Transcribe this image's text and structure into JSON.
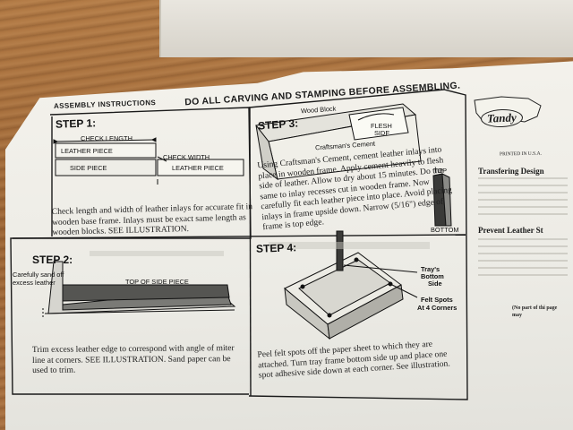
{
  "header": {
    "left": "ASSEMBLY INSTRUCTIONS",
    "right": "DO ALL CARVING AND STAMPING BEFORE ASSEMBLING."
  },
  "step1": {
    "title": "STEP 1:",
    "labels": {
      "check_length": "CHECK LENGTH",
      "leather_piece_top": "LEATHER PIECE",
      "check_width": "CHECK WIDTH",
      "side_piece": "SIDE PIECE",
      "leather_piece_right": "LEATHER PIECE"
    },
    "text": "Check length and width of leather inlays for accurate fit in wooden base frame. Inlays must be exact same length as wooden blocks. SEE ILLUSTRATION."
  },
  "step2": {
    "title": "STEP 2:",
    "labels": {
      "carefully": "Carefully sand off",
      "excess": "excess leather",
      "top_side": "TOP OF SIDE PIECE"
    },
    "text": "Trim excess leather edge to correspond with angle of miter line at corners. SEE ILLUSTRATION. Sand paper can be used to trim."
  },
  "step3": {
    "title": "STEP 3:",
    "labels": {
      "wood_block": "Wood Block",
      "flesh": "FLESH",
      "side": "SIDE",
      "cement": "Craftsman's Cement",
      "top": "TOP",
      "bottom": "BOTTOM"
    },
    "text": "Using Craftsman's Cement, cement leather inlays into place in wooden frame. Apply cement heavily to flesh side of leather. Allow to dry about 15 minutes. Do the same to inlay recesses cut in wooden frame. Now carefully fit each leather piece into place. Avoid placing inlays in frame upside down. Narrow (5/16\") edge of frame is top edge."
  },
  "step4": {
    "title": "STEP 4:",
    "labels": {
      "trays": "Tray's",
      "bottom_side": "Bottom",
      "side": "Side",
      "felt_spots": "Felt Spots",
      "corners": "At 4 Corners"
    },
    "text": "Peel felt spots off the paper sheet to which they are attached. Turn tray frame bottom side up and place one spot adhesive side down at each corner. See illustration."
  },
  "right_panel": {
    "logo": "Tandy",
    "printed": "PRINTED IN U.S.A.",
    "heading1": "Transfering Design",
    "heading2": "Prevent Leather St",
    "note": "(No part of thi page may"
  }
}
